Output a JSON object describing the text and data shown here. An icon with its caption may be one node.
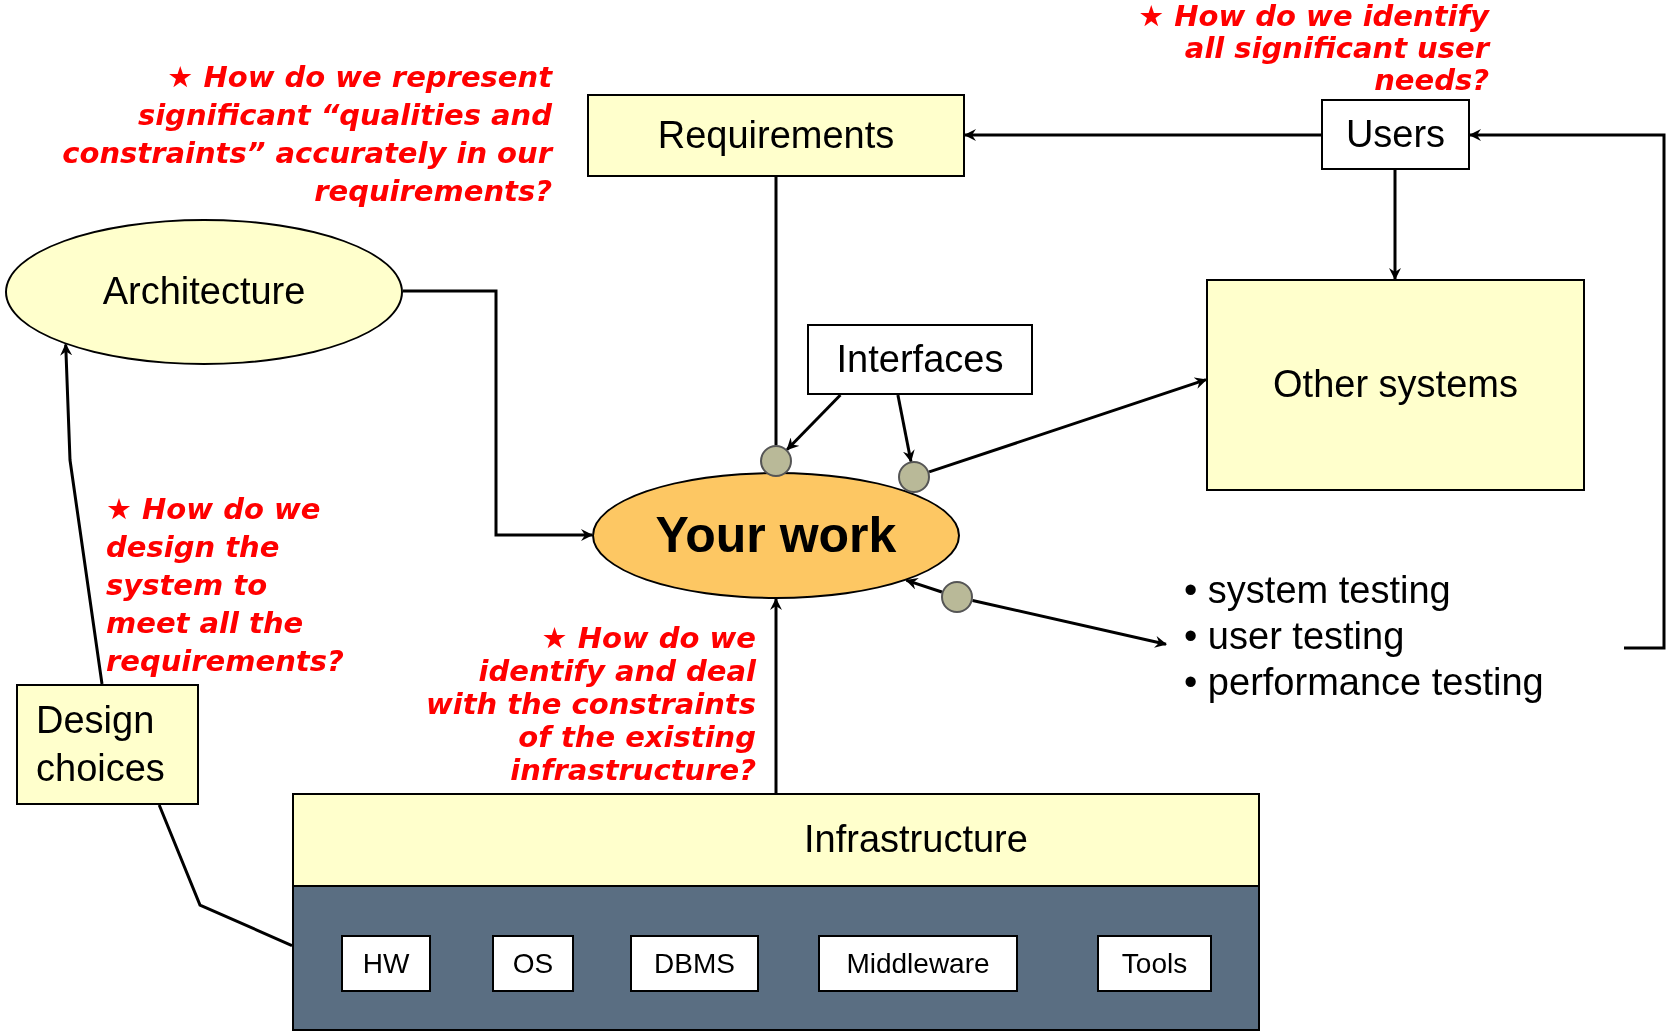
{
  "diagram": {
    "nodes": [
      {
        "text": [
          "Requirements"
        ]
      },
      {
        "text": [
          "Users"
        ]
      },
      {
        "text": [
          "Architecture"
        ]
      },
      {
        "text": [
          "Interfaces"
        ]
      },
      {
        "text": [
          "Other systems"
        ]
      },
      {
        "text": [
          "Your work"
        ]
      },
      {
        "text": [
          "• system testing",
          "• user testing",
          "• performance testing"
        ]
      },
      {
        "text": [
          "Design choices"
        ]
      },
      {
        "text": [
          "Infrastructure"
        ]
      },
      {
        "text": [
          "HW"
        ],
        "in": 8
      },
      {
        "text": [
          "OS"
        ],
        "in": 8
      },
      {
        "text": [
          "DBMS"
        ],
        "in": 8
      },
      {
        "text": [
          "Middleware"
        ],
        "in": 8
      },
      {
        "text": [
          "Tools"
        ],
        "in": 8
      },
      {
        "text": [],
        "shape": "circle"
      },
      {
        "text": [],
        "shape": "circle"
      },
      {
        "text": [],
        "shape": "circle"
      }
    ],
    "edges": [
      {
        "from": 0,
        "to": 14,
        "arrow": "none"
      },
      {
        "from": 3,
        "to": 14,
        "arrow": "to"
      },
      {
        "from": 3,
        "to": 15,
        "arrow": "to"
      },
      {
        "from": 15,
        "to": 4,
        "arrow": "to"
      },
      {
        "from": 16,
        "to": 5,
        "arrow": "to"
      },
      {
        "from": 16,
        "to": 6,
        "arrow": "to"
      },
      {
        "from": 1,
        "to": 0,
        "arrow": "to"
      },
      {
        "from": 1,
        "to": 4,
        "arrow": "to"
      },
      {
        "from": 6,
        "to": 1,
        "arrow": "to"
      },
      {
        "from": 2,
        "to": 5,
        "arrow": "to"
      },
      {
        "from": 7,
        "to": 2,
        "arrow": "to"
      },
      {
        "from": 8,
        "to": 7,
        "arrow": "none"
      },
      {
        "from": 8,
        "to": 5,
        "arrow": "to"
      }
    ],
    "labels": [
      "★ How do we represent significant “qualities and constraints” accurately in our requirements?",
      "★ How do we identify all significant user needs?",
      "★ How do we design the system to meet all the requirements?",
      "★ How do we identify and deal with the constraints of the existing infrastructure?"
    ]
  }
}
